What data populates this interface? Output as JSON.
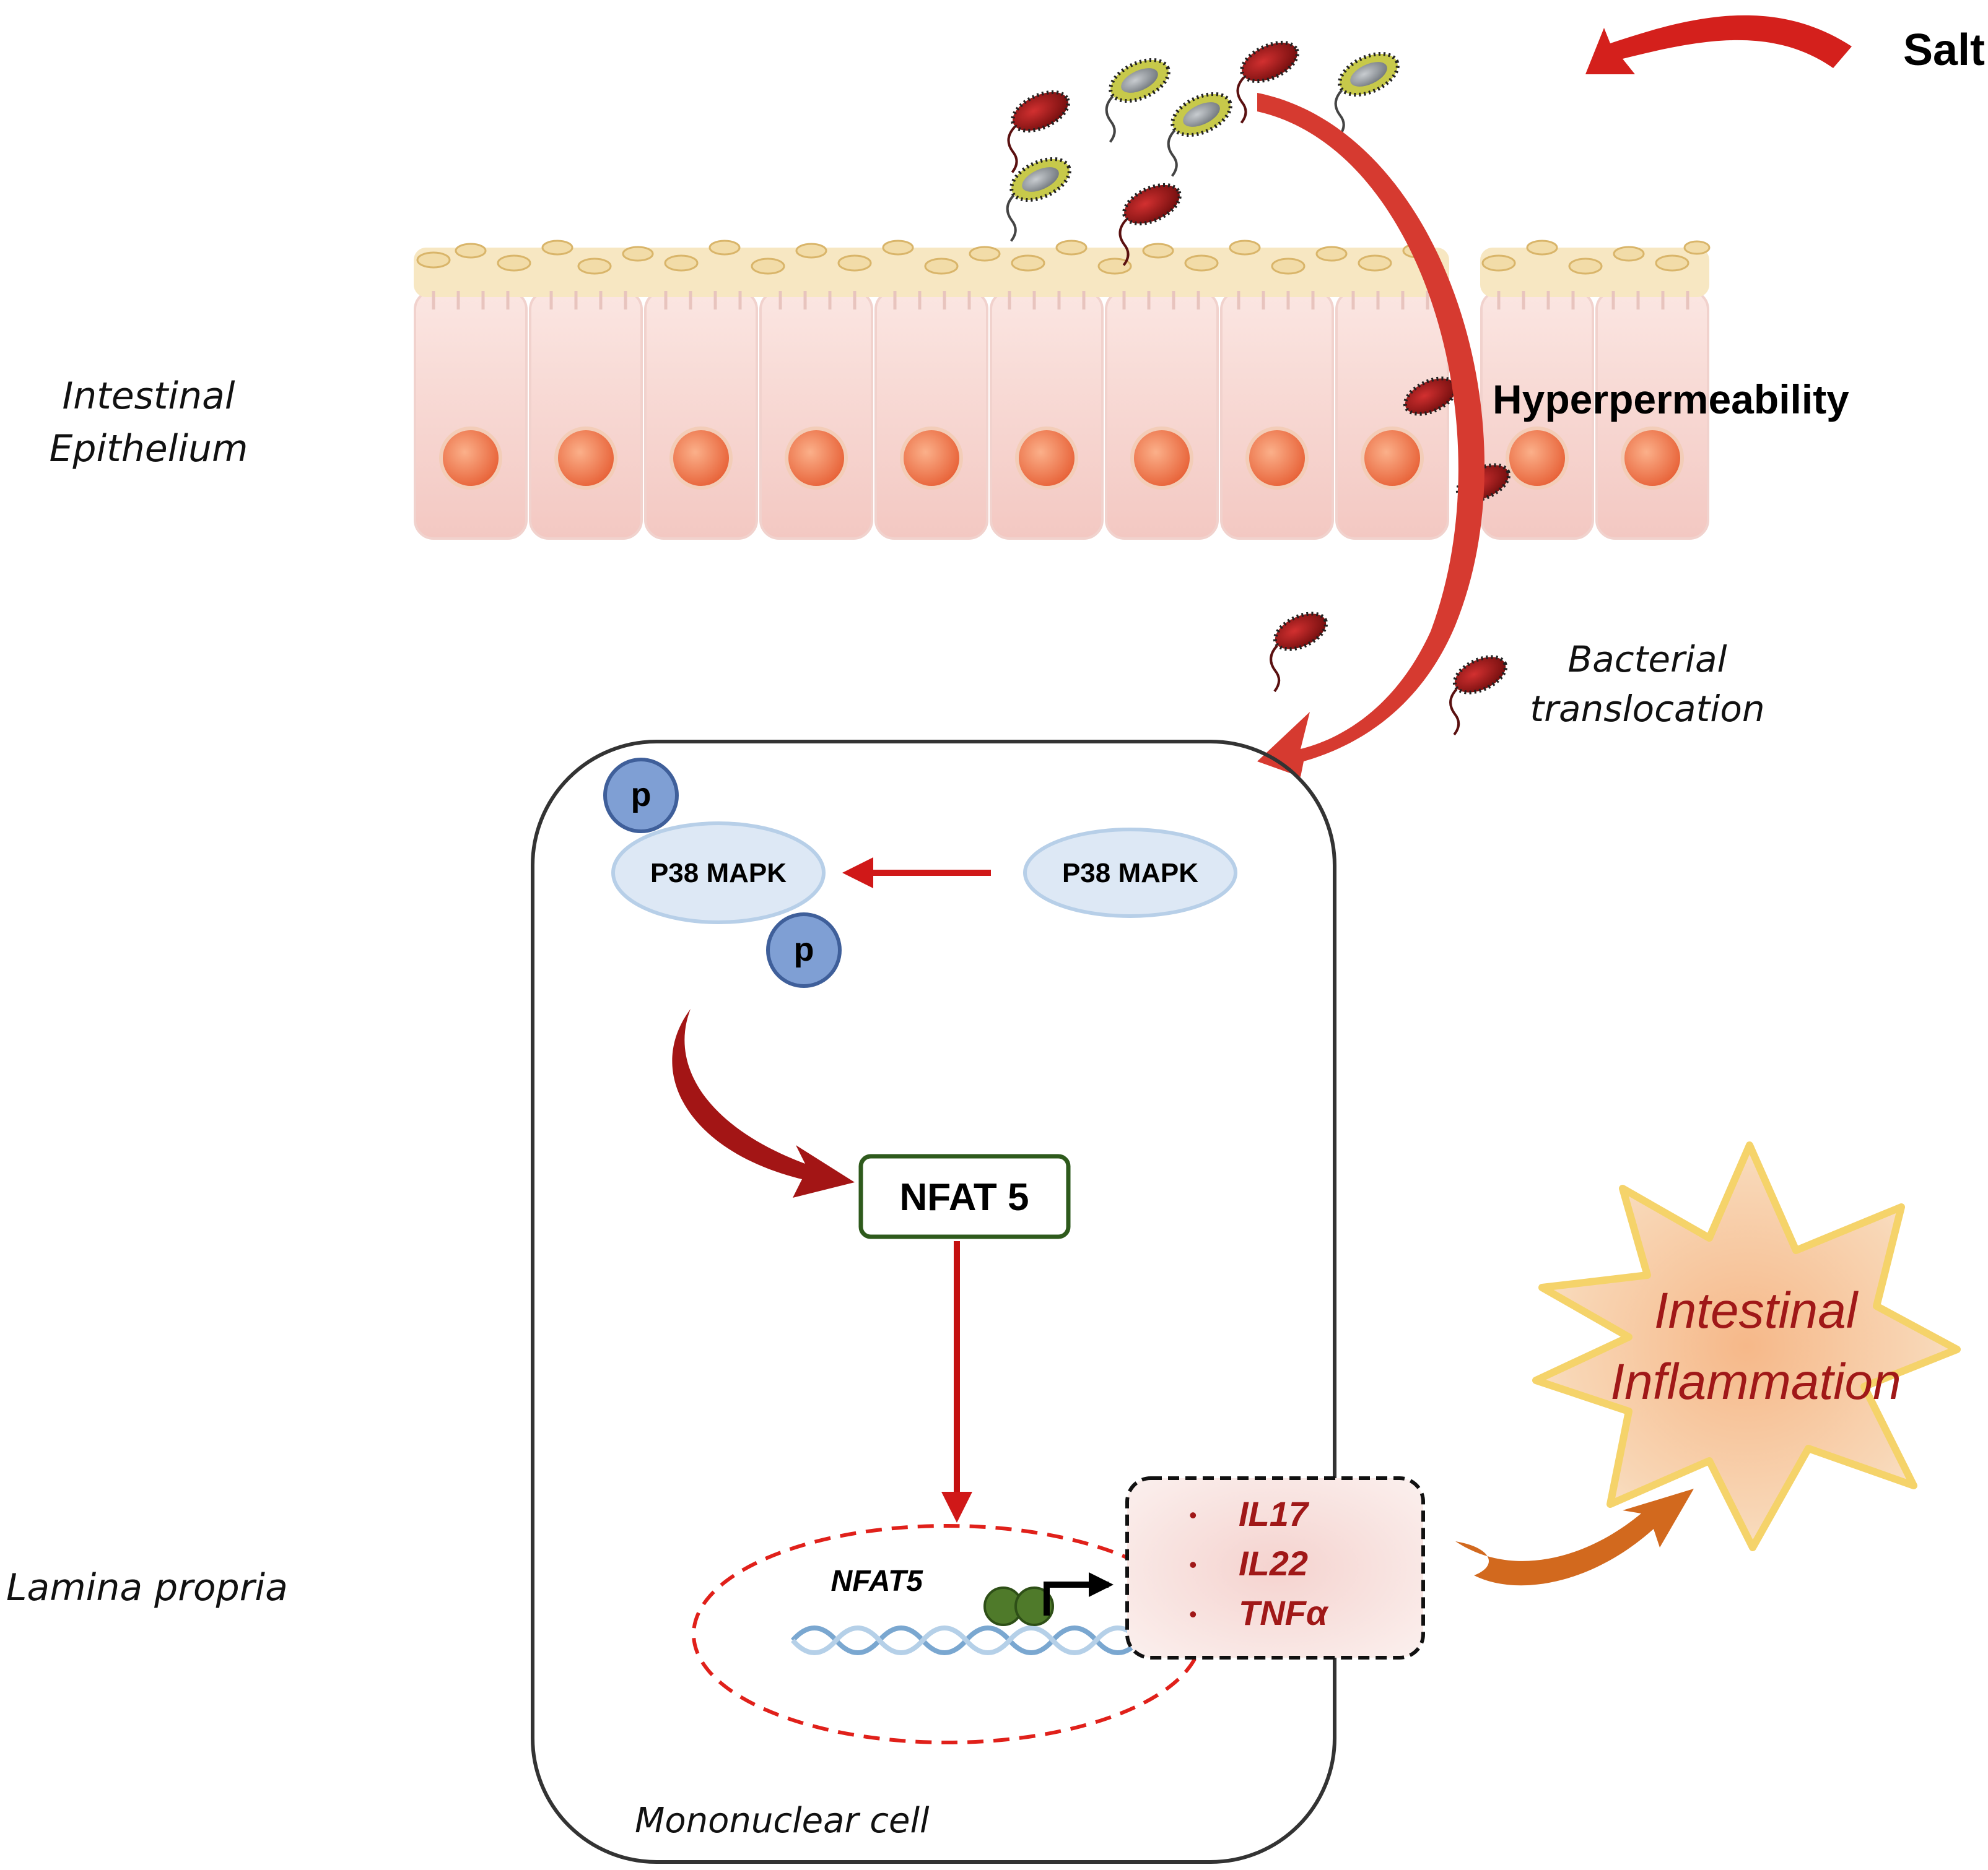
{
  "labels": {
    "salt": "Salt",
    "intestinal_epithelium_line1": "Intestinal",
    "intestinal_epithelium_line2": "Epithelium",
    "hyperpermeability": "Hyperpermeability",
    "bacterial_translocation_line1": "Bacterial",
    "bacterial_translocation_line2": "translocation",
    "lamina_propria": "Lamina propria",
    "mononuclear_cell": "Mononuclear cell"
  },
  "signaling": {
    "p38_active": "P38 MAPK",
    "p38_inactive": "P38 MAPK",
    "phospho_top": "p",
    "phospho_bottom": "p",
    "nfat5_box": "NFAT 5",
    "nfat5_gene": "NFAT5"
  },
  "cytokines": {
    "bullet": "•",
    "items": [
      "IL17",
      "IL22",
      "TNFα"
    ]
  },
  "outcome": {
    "line1": "Intestinal",
    "line2": "Inflammation"
  },
  "colors": {
    "red_arrow": "#c0392b",
    "dark_red_arrow": "#a31515",
    "orange_arrow": "#d2691e",
    "cell_border": "#333333",
    "nfat_box_border": "#2e5a1c",
    "p38_fill": "#dde8f5",
    "p38_stroke": "#b7cfe8",
    "phospho_fill": "#7f9fd4",
    "phospho_stroke": "#3f5f9a",
    "cytokine_text": "#a01818",
    "nucleus_dash": "#e0201a",
    "starburst_fill": "#f5c89a",
    "starburst_stroke": "#f7d57a",
    "outcome_text": "#a01818"
  }
}
